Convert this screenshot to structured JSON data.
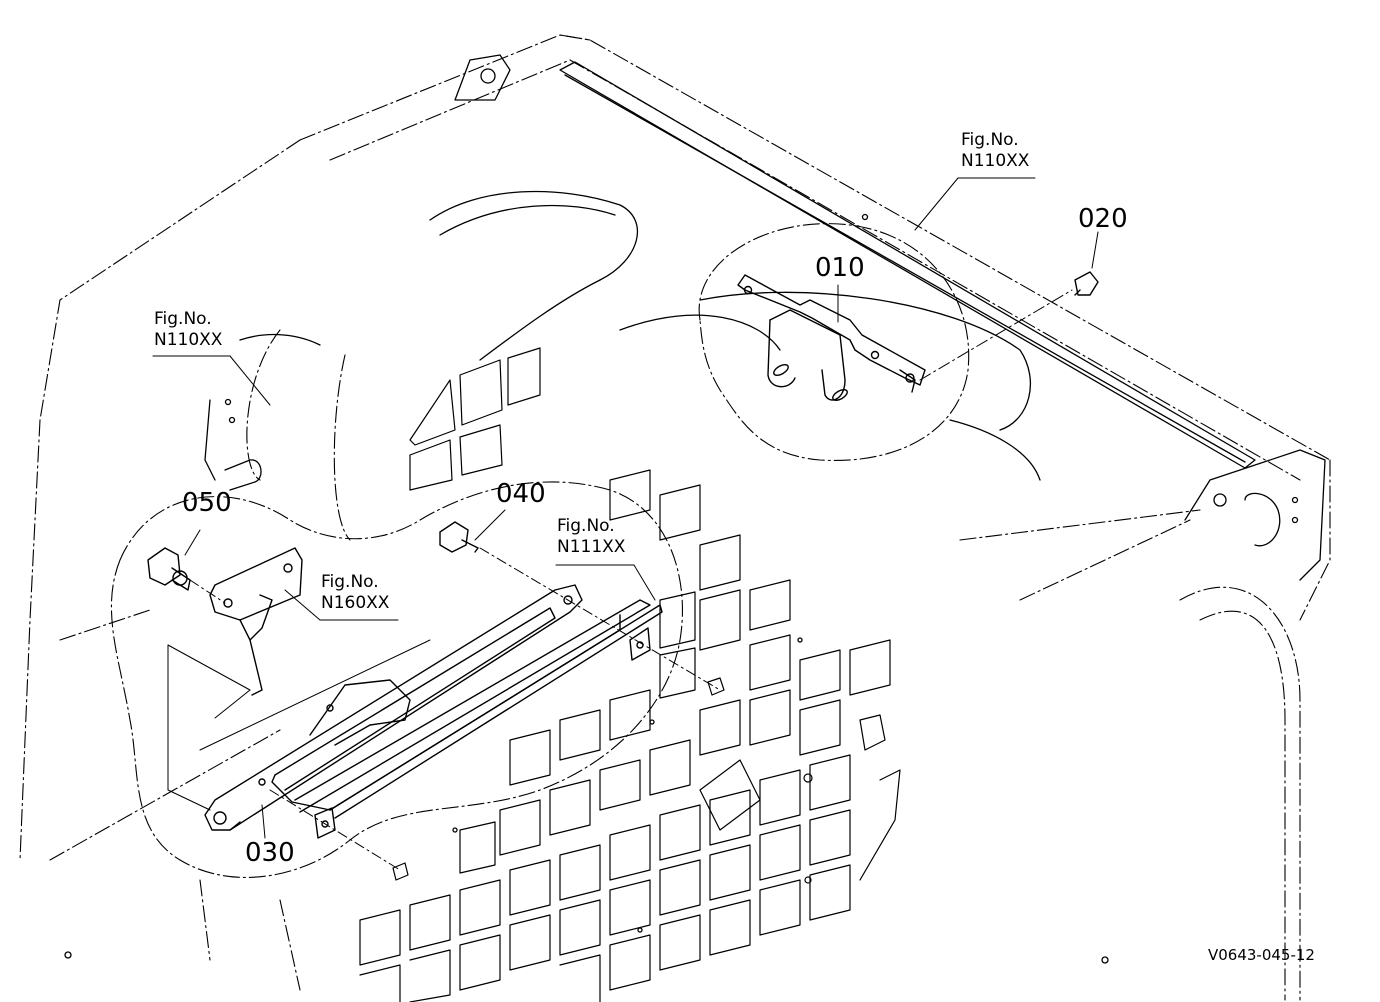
{
  "diagram": {
    "parts": [
      "010",
      "020",
      "030",
      "040",
      "050"
    ],
    "fig_refs": [
      {
        "caption": "Fig.No.",
        "number": "N110XX"
      },
      {
        "caption": "Fig.No.",
        "number": "N110XX"
      },
      {
        "caption": "Fig.No.",
        "number": "N111XX"
      },
      {
        "caption": "Fig.No.",
        "number": "N160XX"
      }
    ],
    "drawing_code": "V0643-045-12"
  }
}
